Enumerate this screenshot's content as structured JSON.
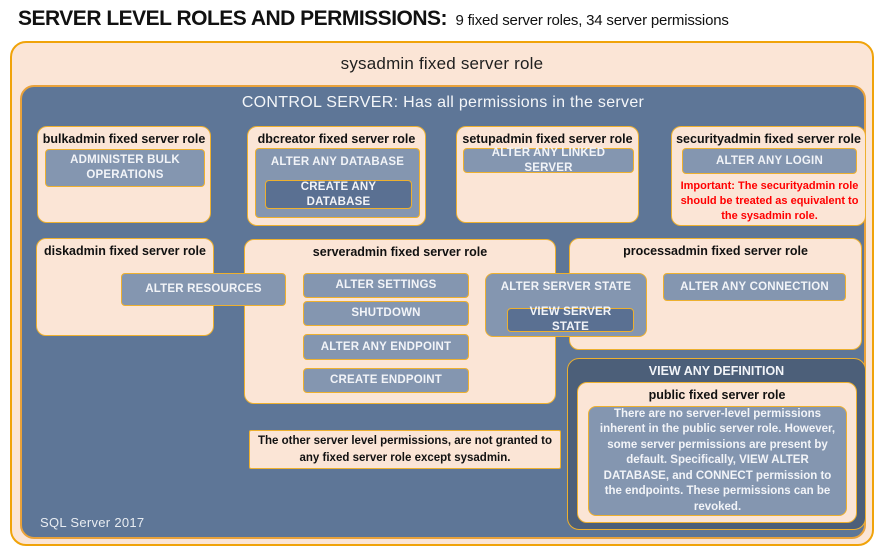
{
  "header": {
    "title": "SERVER LEVEL ROLES AND PERMISSIONS:",
    "subtitle": "9 fixed server roles, 34 server permissions"
  },
  "sysadmin_label": "sysadmin fixed server role",
  "control_label": "CONTROL SERVER: Has all permissions in the server",
  "footer": "SQL Server 2017",
  "bulkadmin": {
    "title": "bulkadmin fixed server role",
    "perm": "ADMINISTER BULK OPERATIONS"
  },
  "dbcreator": {
    "title": "dbcreator fixed server role",
    "perm_outer": "ALTER ANY DATABASE",
    "perm_inner": "CREATE ANY DATABASE"
  },
  "setupadmin": {
    "title": "setupadmin fixed server role",
    "perm": "ALTER ANY LINKED SERVER"
  },
  "securityadmin": {
    "title": "securityadmin fixed server role",
    "perm": "ALTER ANY LOGIN",
    "warning": "Important: The securityadmin role should be treated as equivalent to the sysadmin role."
  },
  "diskadmin": {
    "title": "diskadmin fixed server role",
    "perm": "ALTER RESOURCES"
  },
  "serveradmin": {
    "title": "serveradmin fixed server role",
    "perms": [
      "ALTER SETTINGS",
      "SHUTDOWN",
      "ALTER ANY ENDPOINT",
      "CREATE ENDPOINT"
    ],
    "perm_outer": "ALTER SERVER STATE",
    "perm_inner": "VIEW SERVER STATE"
  },
  "processadmin": {
    "title": "processadmin fixed server role",
    "perm": "ALTER ANY CONNECTION"
  },
  "view_any_definition": {
    "label": "VIEW ANY DEFINITION",
    "public_role": {
      "title": "public fixed server role",
      "text": "There are no server-level permissions inherent in the public server role. However, some server permissions are present by default. Specifically, VIEW ALTER DATABASE, and CONNECT permission to the endpoints. These permissions can be revoked."
    }
  },
  "note": "The other server level permissions, are not granted to any fixed server role except sysadmin.",
  "colors": {
    "peach": "#FBE5D6",
    "slate": "#5E7697",
    "slate_dark": "#4C5F79",
    "perm_fill": "#8496B0",
    "perm_fill_dark": "#5A7092",
    "gold_border": "#EDB02F",
    "outer_border": "#F0A30A",
    "warning_red": "#FF0000"
  }
}
